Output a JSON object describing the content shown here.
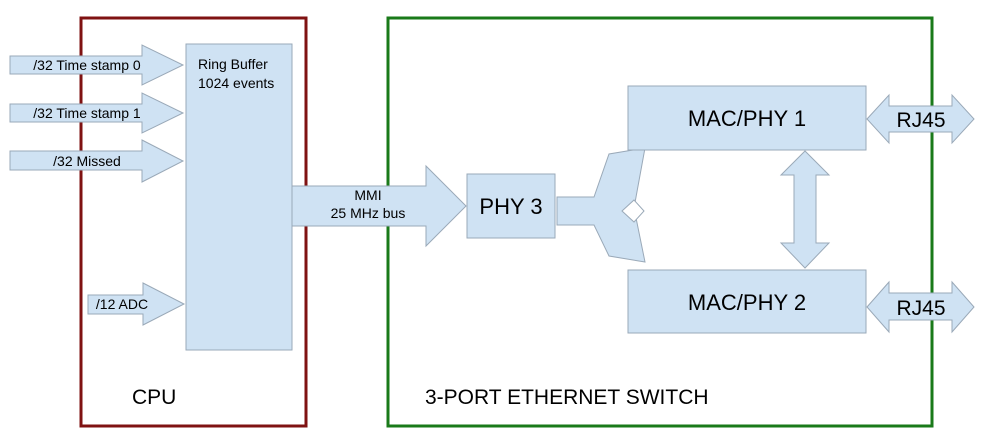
{
  "colors": {
    "cpu_border": "#7f1212",
    "switch_border": "#1a7a1a",
    "shape_fill": "#cfe2f3",
    "shape_stroke": "#9aa9b8"
  },
  "cpu": {
    "label": "CPU",
    "inputs": [
      "/32 Time stamp 0",
      "/32 Time stamp 1",
      "/32 Missed",
      "/12 ADC"
    ],
    "ring_buffer": {
      "line1": "Ring Buffer",
      "line2": "1024 events"
    },
    "bus": {
      "line1": "MMI",
      "line2": "25 MHz bus"
    }
  },
  "switch": {
    "label": "3-PORT ETHERNET SWITCH",
    "phy3": "PHY 3",
    "mac_phy_1": "MAC/PHY 1",
    "mac_phy_2": "MAC/PHY 2",
    "rj45_top": "RJ45",
    "rj45_bottom": "RJ45"
  }
}
